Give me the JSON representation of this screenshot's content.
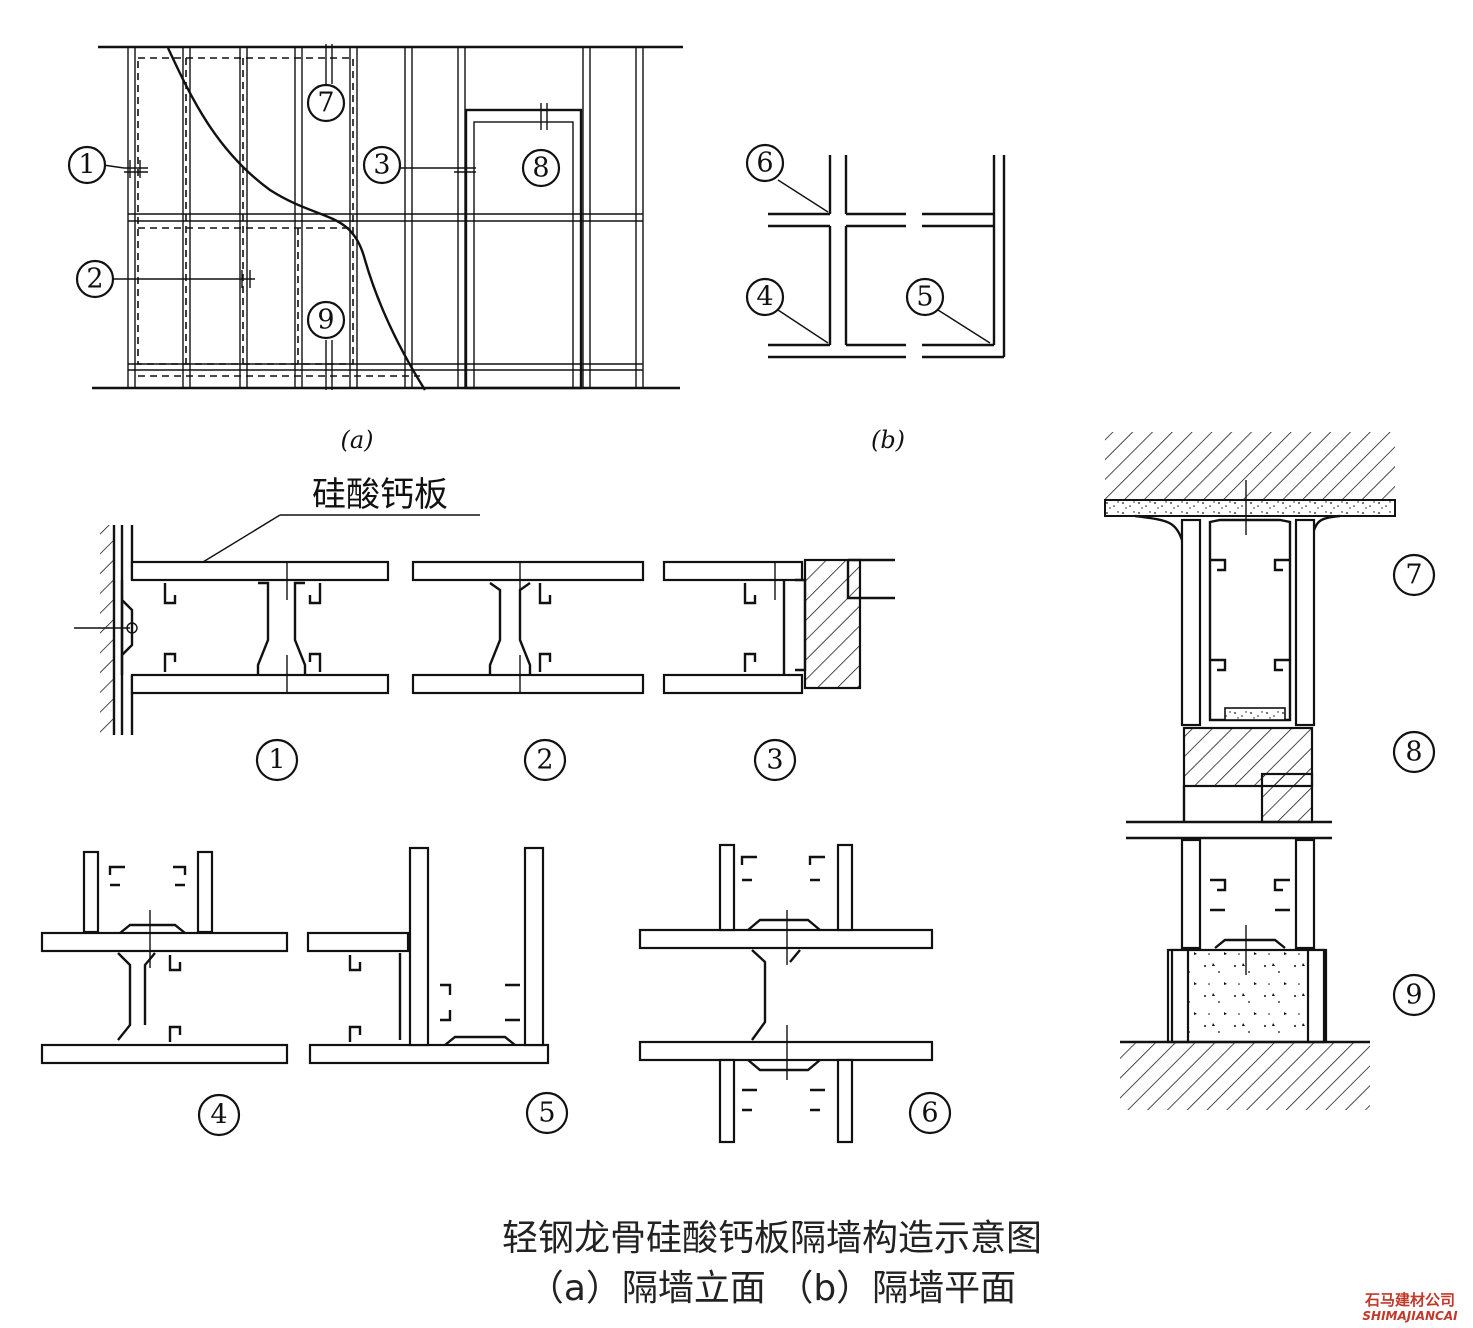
{
  "diagram": {
    "title": "轻钢龙骨硅酸钙板隔墙构造示意图",
    "subtitle": "（a）隔墙立面 （b）隔墙平面",
    "material_label": "硅酸钙板",
    "elevation_caption": "(a)",
    "plan_caption": "(b)",
    "markers": [
      "1",
      "2",
      "3",
      "4",
      "5",
      "6",
      "7",
      "8",
      "9"
    ],
    "watermark": {
      "line1": "石马建材公司",
      "line2": "SHIMAJIANCAI",
      "color": "#c0392b"
    }
  }
}
